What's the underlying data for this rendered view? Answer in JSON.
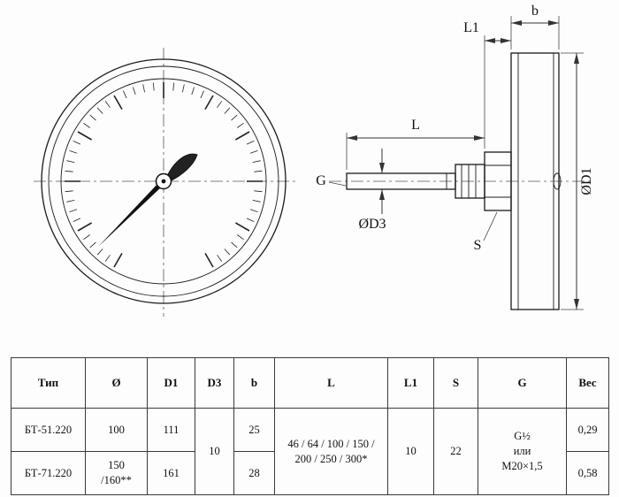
{
  "drawing": {
    "labels": {
      "b": "b",
      "l1": "L1",
      "l": "L",
      "g": "G",
      "d3": "ØD3",
      "d1": "ØD1",
      "s": "S"
    }
  },
  "table": {
    "headers": [
      "Тип",
      "Ø",
      "D1",
      "D3",
      "b",
      "L",
      "L1",
      "S",
      "G",
      "Вес"
    ],
    "merged": {
      "d3": "10",
      "l_line1": "46 / 64 / 100 / 150 /",
      "l_line2": "200 / 250 / 300*",
      "l1": "10",
      "s": "22",
      "g_line1": "G½",
      "g_line2": "или",
      "g_line3": "M20×1,5"
    },
    "rows": [
      {
        "tip": "БТ-51.220",
        "d": "100",
        "d1": "111",
        "b": "25",
        "ves": "0,29"
      },
      {
        "tip": "БТ-71.220",
        "d_line1": "150",
        "d_line2": "/160**",
        "d1": "161",
        "b": "28",
        "ves": "0,58"
      }
    ]
  }
}
